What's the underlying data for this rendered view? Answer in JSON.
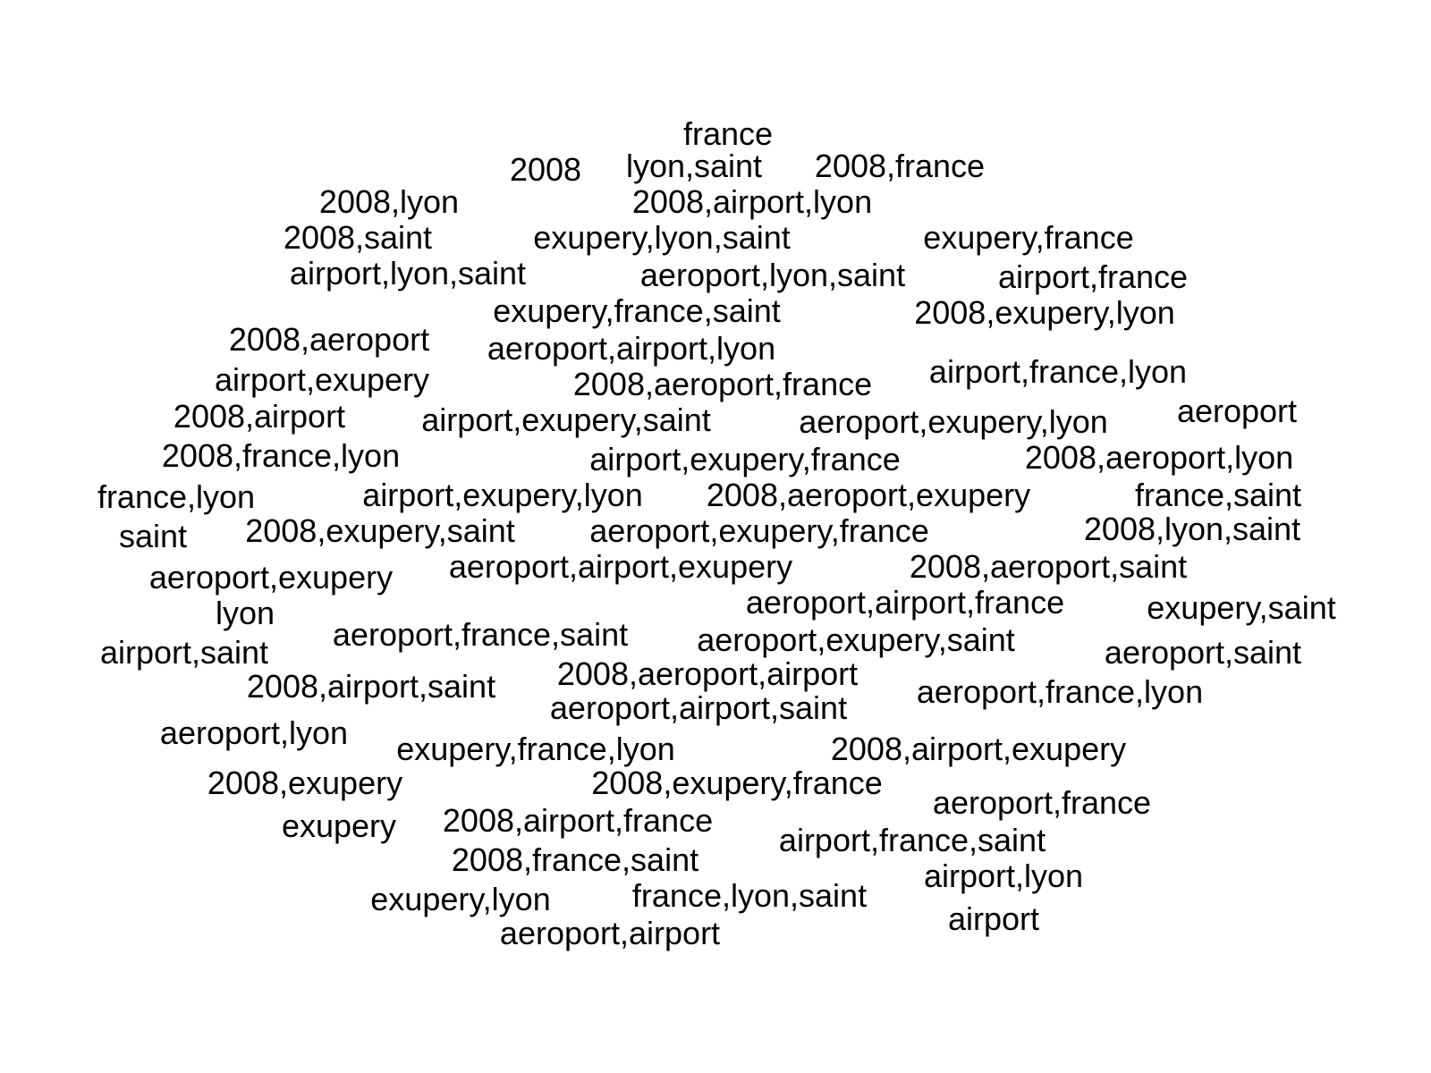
{
  "cloud": {
    "words": [
      "france",
      "2008",
      "lyon,saint",
      "2008,france",
      "2008,lyon",
      "2008,airport,lyon",
      "2008,saint",
      "exupery,lyon,saint",
      "exupery,france",
      "airport,lyon,saint",
      "aeroport,lyon,saint",
      "airport,france",
      "exupery,france,saint",
      "2008,exupery,lyon",
      "2008,aeroport",
      "aeroport,airport,lyon",
      "airport,exupery",
      "2008,aeroport,france",
      "airport,france,lyon",
      "2008,airport",
      "airport,exupery,saint",
      "aeroport,exupery,lyon",
      "aeroport",
      "2008,france,lyon",
      "airport,exupery,france",
      "2008,aeroport,lyon",
      "france,lyon",
      "airport,exupery,lyon",
      "2008,aeroport,exupery",
      "france,saint",
      "saint",
      "2008,exupery,saint",
      "aeroport,exupery,france",
      "2008,lyon,saint",
      "aeroport,exupery",
      "aeroport,airport,exupery",
      "2008,aeroport,saint",
      "aeroport,airport,france",
      "lyon",
      "exupery,saint",
      "aeroport,france,saint",
      "airport,saint",
      "aeroport,exupery,saint",
      "aeroport,saint",
      "2008,airport,saint",
      "2008,aeroport,airport",
      "aeroport,france,lyon",
      "aeroport,airport,saint",
      "aeroport,lyon",
      "exupery,france,lyon",
      "2008,airport,exupery",
      "2008,exupery",
      "2008,exupery,france",
      "aeroport,france",
      "exupery",
      "2008,airport,france",
      "airport,france,saint",
      "2008,france,saint",
      "airport,lyon",
      "exupery,lyon",
      "france,lyon,saint",
      "airport",
      "aeroport,airport"
    ]
  }
}
